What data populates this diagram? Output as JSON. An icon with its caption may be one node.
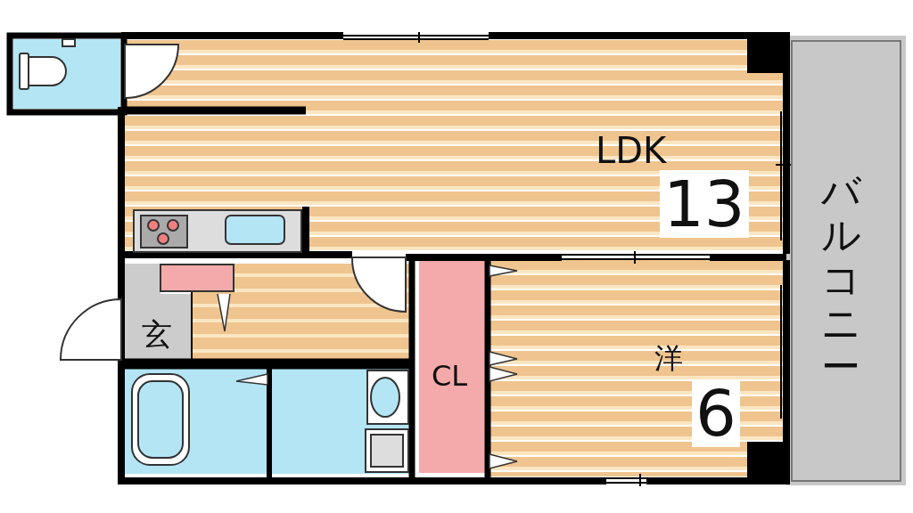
{
  "diagram": {
    "nodes": [
      {
        "text": [
          "LDK",
          "13"
        ]
      },
      {
        "text": [
          "バルコニー"
        ]
      },
      {
        "text": [
          "玄"
        ]
      },
      {
        "text": [
          "CL"
        ]
      },
      {
        "text": [
          "洋",
          "6"
        ]
      }
    ]
  }
}
